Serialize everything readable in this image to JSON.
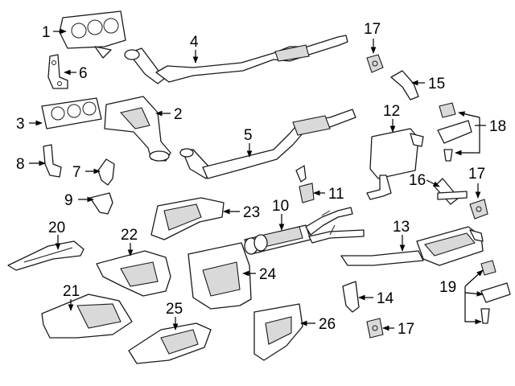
{
  "callouts": {
    "c1": "1",
    "c2": "2",
    "c3": "3",
    "c4": "4",
    "c5": "5",
    "c6": "6",
    "c7": "7",
    "c8": "8",
    "c9": "9",
    "c10": "10",
    "c11": "11",
    "c12": "12",
    "c13": "13",
    "c14": "14",
    "c15": "15",
    "c16": "16",
    "c17a": "17",
    "c17b": "17",
    "c17c": "17",
    "c18": "18",
    "c19": "19",
    "c20": "20",
    "c21": "21",
    "c22": "22",
    "c23": "23",
    "c24": "24",
    "c25": "25",
    "c26": "26"
  },
  "colors": {
    "line": "#1a1a1a",
    "shade": "#d9d9d9",
    "background": "#ffffff"
  }
}
